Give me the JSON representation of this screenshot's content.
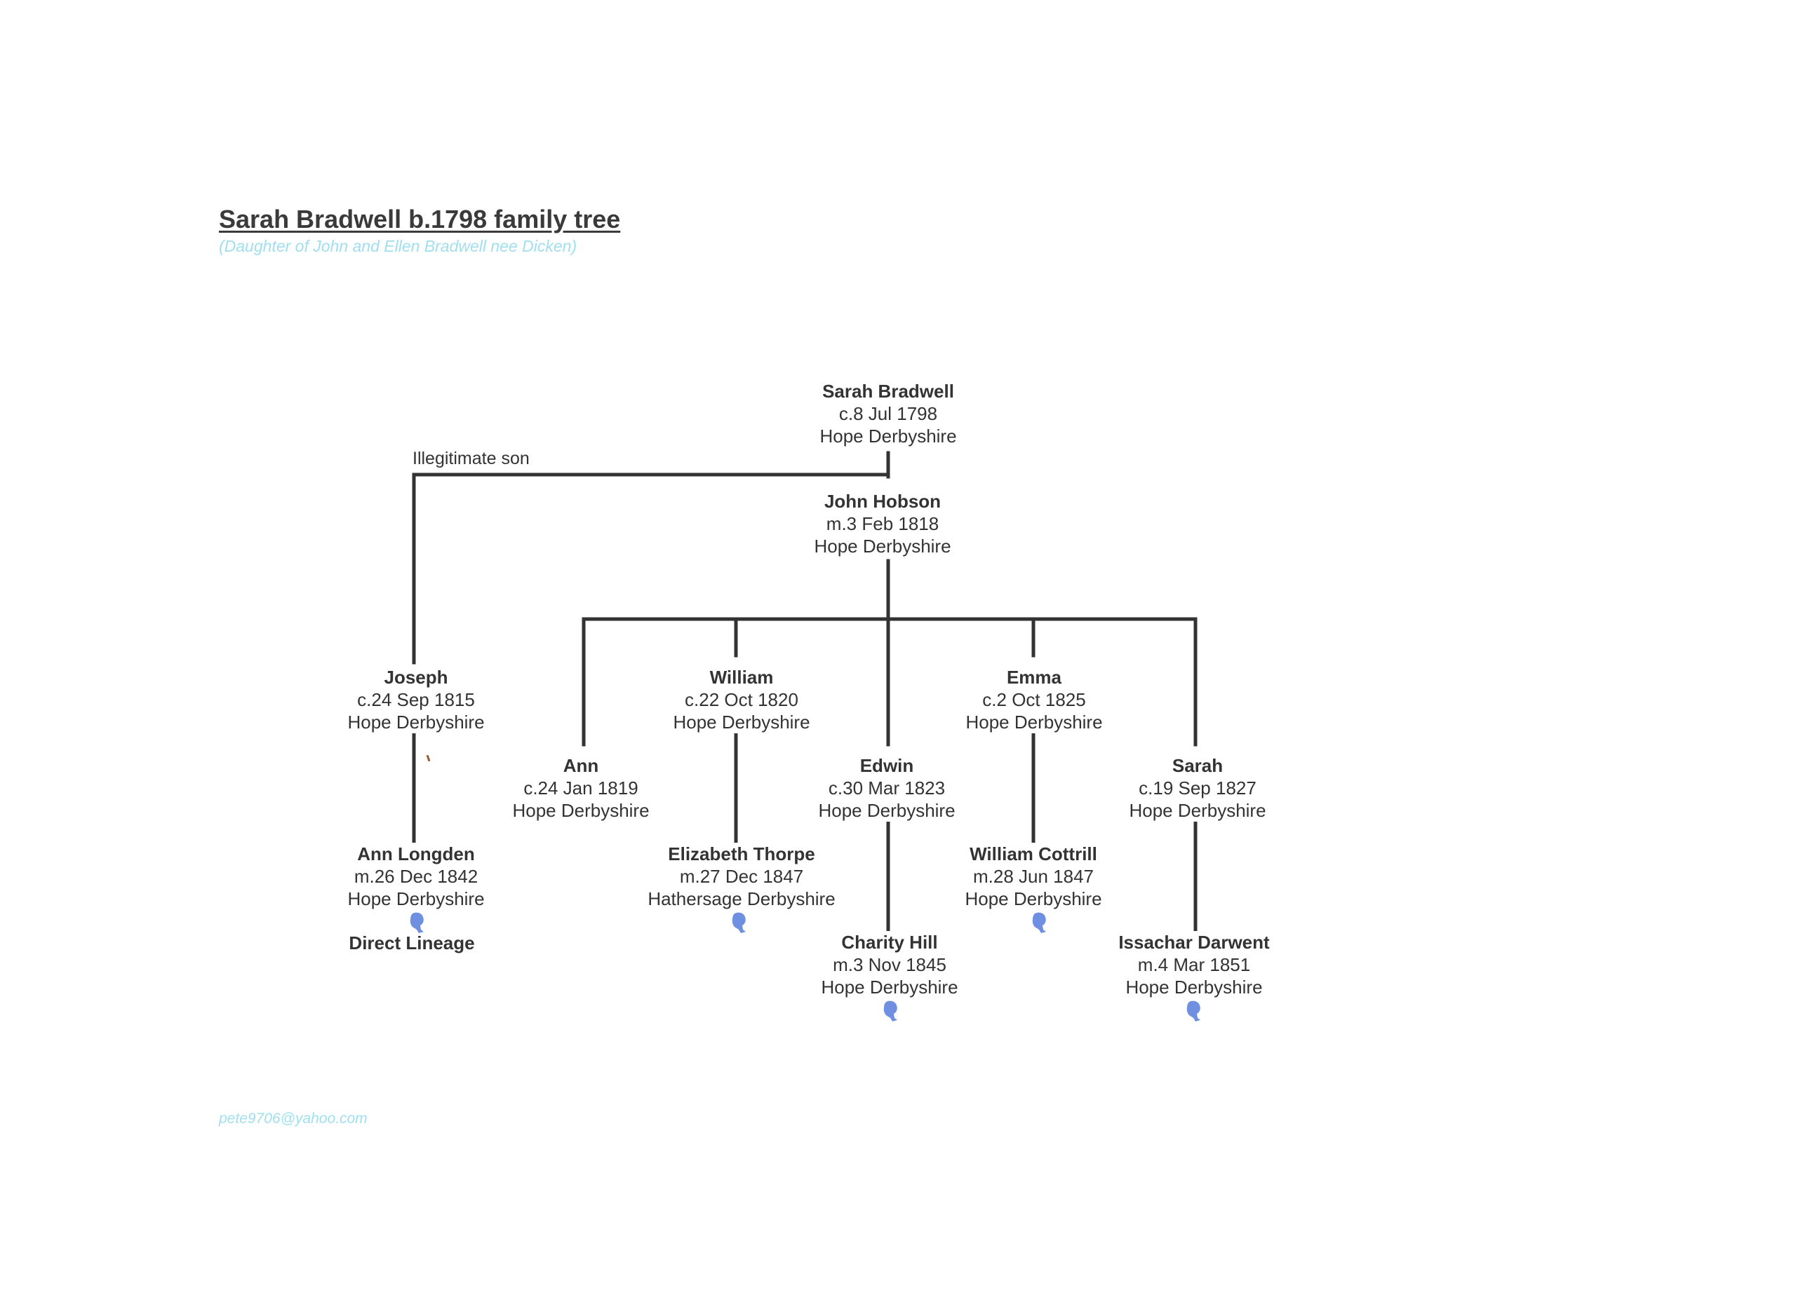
{
  "title": "Sarah Bradwell b.1798 family tree",
  "subtitle": "(Daughter of John and Ellen Bradwell nee Dicken)",
  "footer_email": "pete9706@yahoo.com",
  "relation_label": "Illegitimate son",
  "lineage_label": "Direct Lineage",
  "colors": {
    "line": "#333333",
    "text": "#333333",
    "light_cyan": "#9fdff0",
    "silhouette": "#6f8fe0"
  },
  "people": {
    "sarah_bradwell": {
      "name": "Sarah Bradwell",
      "event": "c.8 Jul 1798",
      "place": "Hope Derbyshire"
    },
    "john_hobson": {
      "name": "John Hobson",
      "event": "m.3 Feb 1818",
      "place": "Hope Derbyshire"
    },
    "joseph": {
      "name": "Joseph",
      "event": "c.24 Sep 1815",
      "place": "Hope Derbyshire"
    },
    "ann": {
      "name": "Ann",
      "event": "c.24 Jan 1819",
      "place": "Hope Derbyshire"
    },
    "william": {
      "name": "William",
      "event": "c.22 Oct 1820",
      "place": "Hope Derbyshire"
    },
    "edwin": {
      "name": "Edwin",
      "event": "c.30 Mar 1823",
      "place": "Hope Derbyshire"
    },
    "emma": {
      "name": "Emma",
      "event": "c.2 Oct 1825",
      "place": "Hope Derbyshire"
    },
    "sarah": {
      "name": "Sarah",
      "event": "c.19 Sep 1827",
      "place": "Hope Derbyshire"
    },
    "ann_longden": {
      "name": "Ann Longden",
      "event": "m.26 Dec 1842",
      "place": "Hope Derbyshire"
    },
    "elizabeth_thorpe": {
      "name": "Elizabeth Thorpe",
      "event": "m.27 Dec 1847",
      "place": "Hathersage Derbyshire"
    },
    "william_cottrill": {
      "name": "William Cottrill",
      "event": "m.28 Jun 1847",
      "place": "Hope Derbyshire"
    },
    "charity_hill": {
      "name": "Charity Hill",
      "event": "m.3 Nov 1845",
      "place": "Hope Derbyshire"
    },
    "issachar_darwent": {
      "name": "Issachar Darwent",
      "event": "m.4 Mar 1851",
      "place": "Hope Derbyshire"
    }
  },
  "icons": {
    "silhouette": "person-silhouette-icon"
  }
}
